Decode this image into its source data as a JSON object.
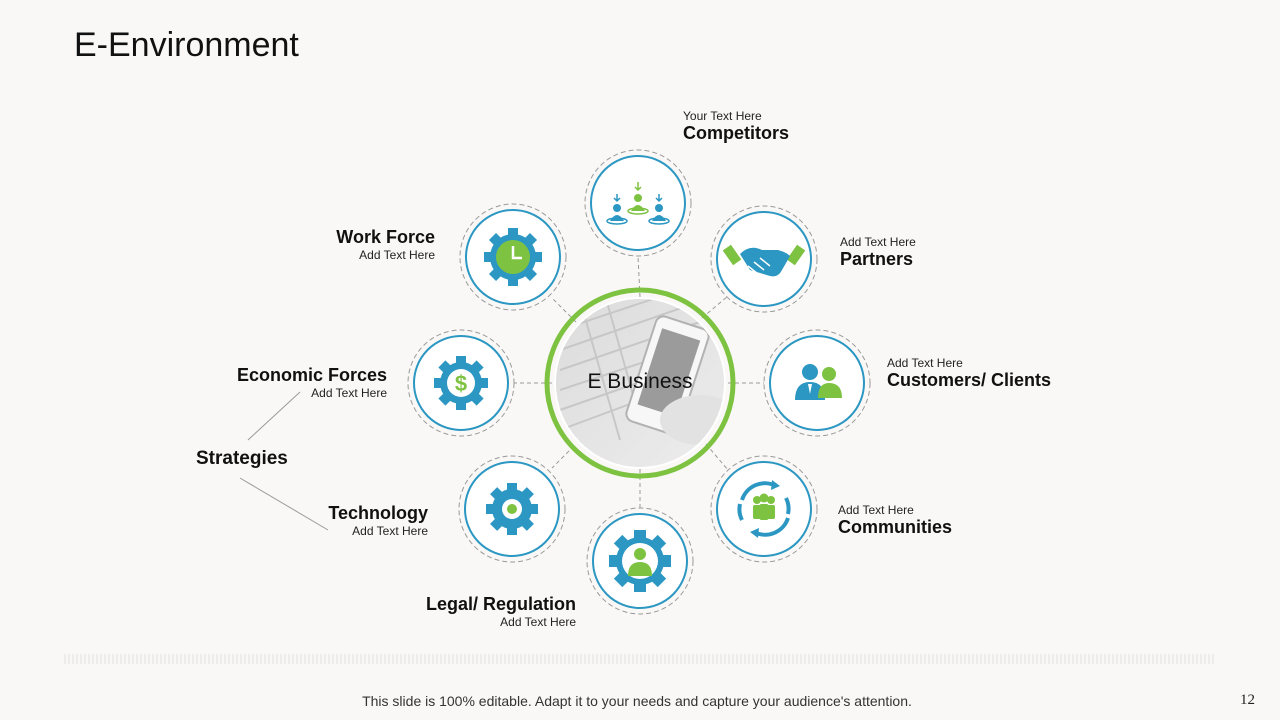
{
  "title": "E-Environment",
  "center": {
    "label": "E Business"
  },
  "nodes": {
    "competitors": {
      "sub": "Your Text Here",
      "heading": "Competitors",
      "icon": "people-download-icon"
    },
    "partners": {
      "sub": "Add Text Here",
      "heading": "Partners",
      "icon": "handshake-icon"
    },
    "customers": {
      "sub": "Add Text Here",
      "heading": "Customers/ Clients",
      "icon": "two-users-icon"
    },
    "communities": {
      "sub": "Add Text Here",
      "heading": "Communities",
      "icon": "community-cycle-icon"
    },
    "legal": {
      "sub": "Add Text Here",
      "heading": "Legal/ Regulation",
      "icon": "gear-person-icon"
    },
    "technology": {
      "sub": "Add Text Here",
      "heading": "Technology",
      "icon": "gear-icon"
    },
    "economic": {
      "sub": "Add Text Here",
      "heading": "Economic Forces",
      "icon": "gear-dollar-icon"
    },
    "workforce": {
      "sub": "Add Text Here",
      "heading": "Work Force",
      "icon": "gear-clock-icon"
    }
  },
  "strategies": "Strategies",
  "footer": "This slide is 100% editable. Adapt it to your needs and capture your audience's attention.",
  "page_number": "12",
  "colors": {
    "blue": "#2b97c2",
    "green": "#7ec242",
    "ring": "#9a9a9a",
    "background": "#f9f8f6"
  }
}
